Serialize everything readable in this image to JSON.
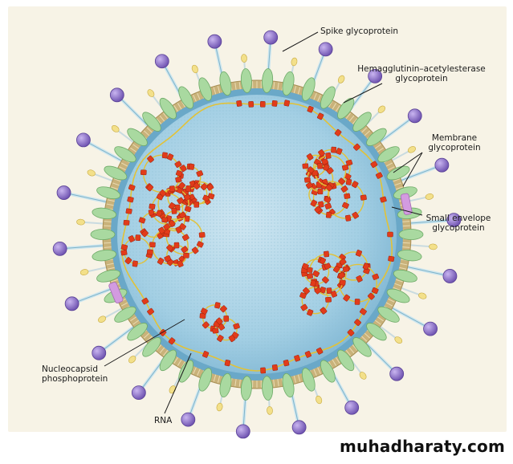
{
  "labels": {
    "spike": "Spike glycoprotein",
    "hemagglutinin_line1": "Hemagglutinin–acetylesterase",
    "hemagglutinin_line2": "glycoprotein",
    "membrane_line1": "Membrane",
    "membrane_line2": "glycoprotein",
    "small_envelope_line1": "Small envelope",
    "small_envelope_line2": "glycoprotein",
    "nucleocapsid_line1": "Nucleocapsid",
    "nucleocapsid_line2": "phosphoprotein",
    "rna": "RNA"
  },
  "watermark": "muhadharaty.com",
  "colors": {
    "background": "#f7f3e6",
    "interior": "#a9d3e6",
    "membrane": "#c9b27a",
    "membrane_inner": "#6aa8c8",
    "spike_head": "#8f72c6",
    "spike_stalk": "#cde6ef",
    "he_head": "#f3e08a",
    "membrane_glycoprotein": "#a9d9a0",
    "small_envelope": "#d39be0",
    "nucleocapsid": "#e23b1a",
    "rna_strand": "#e2c237"
  }
}
